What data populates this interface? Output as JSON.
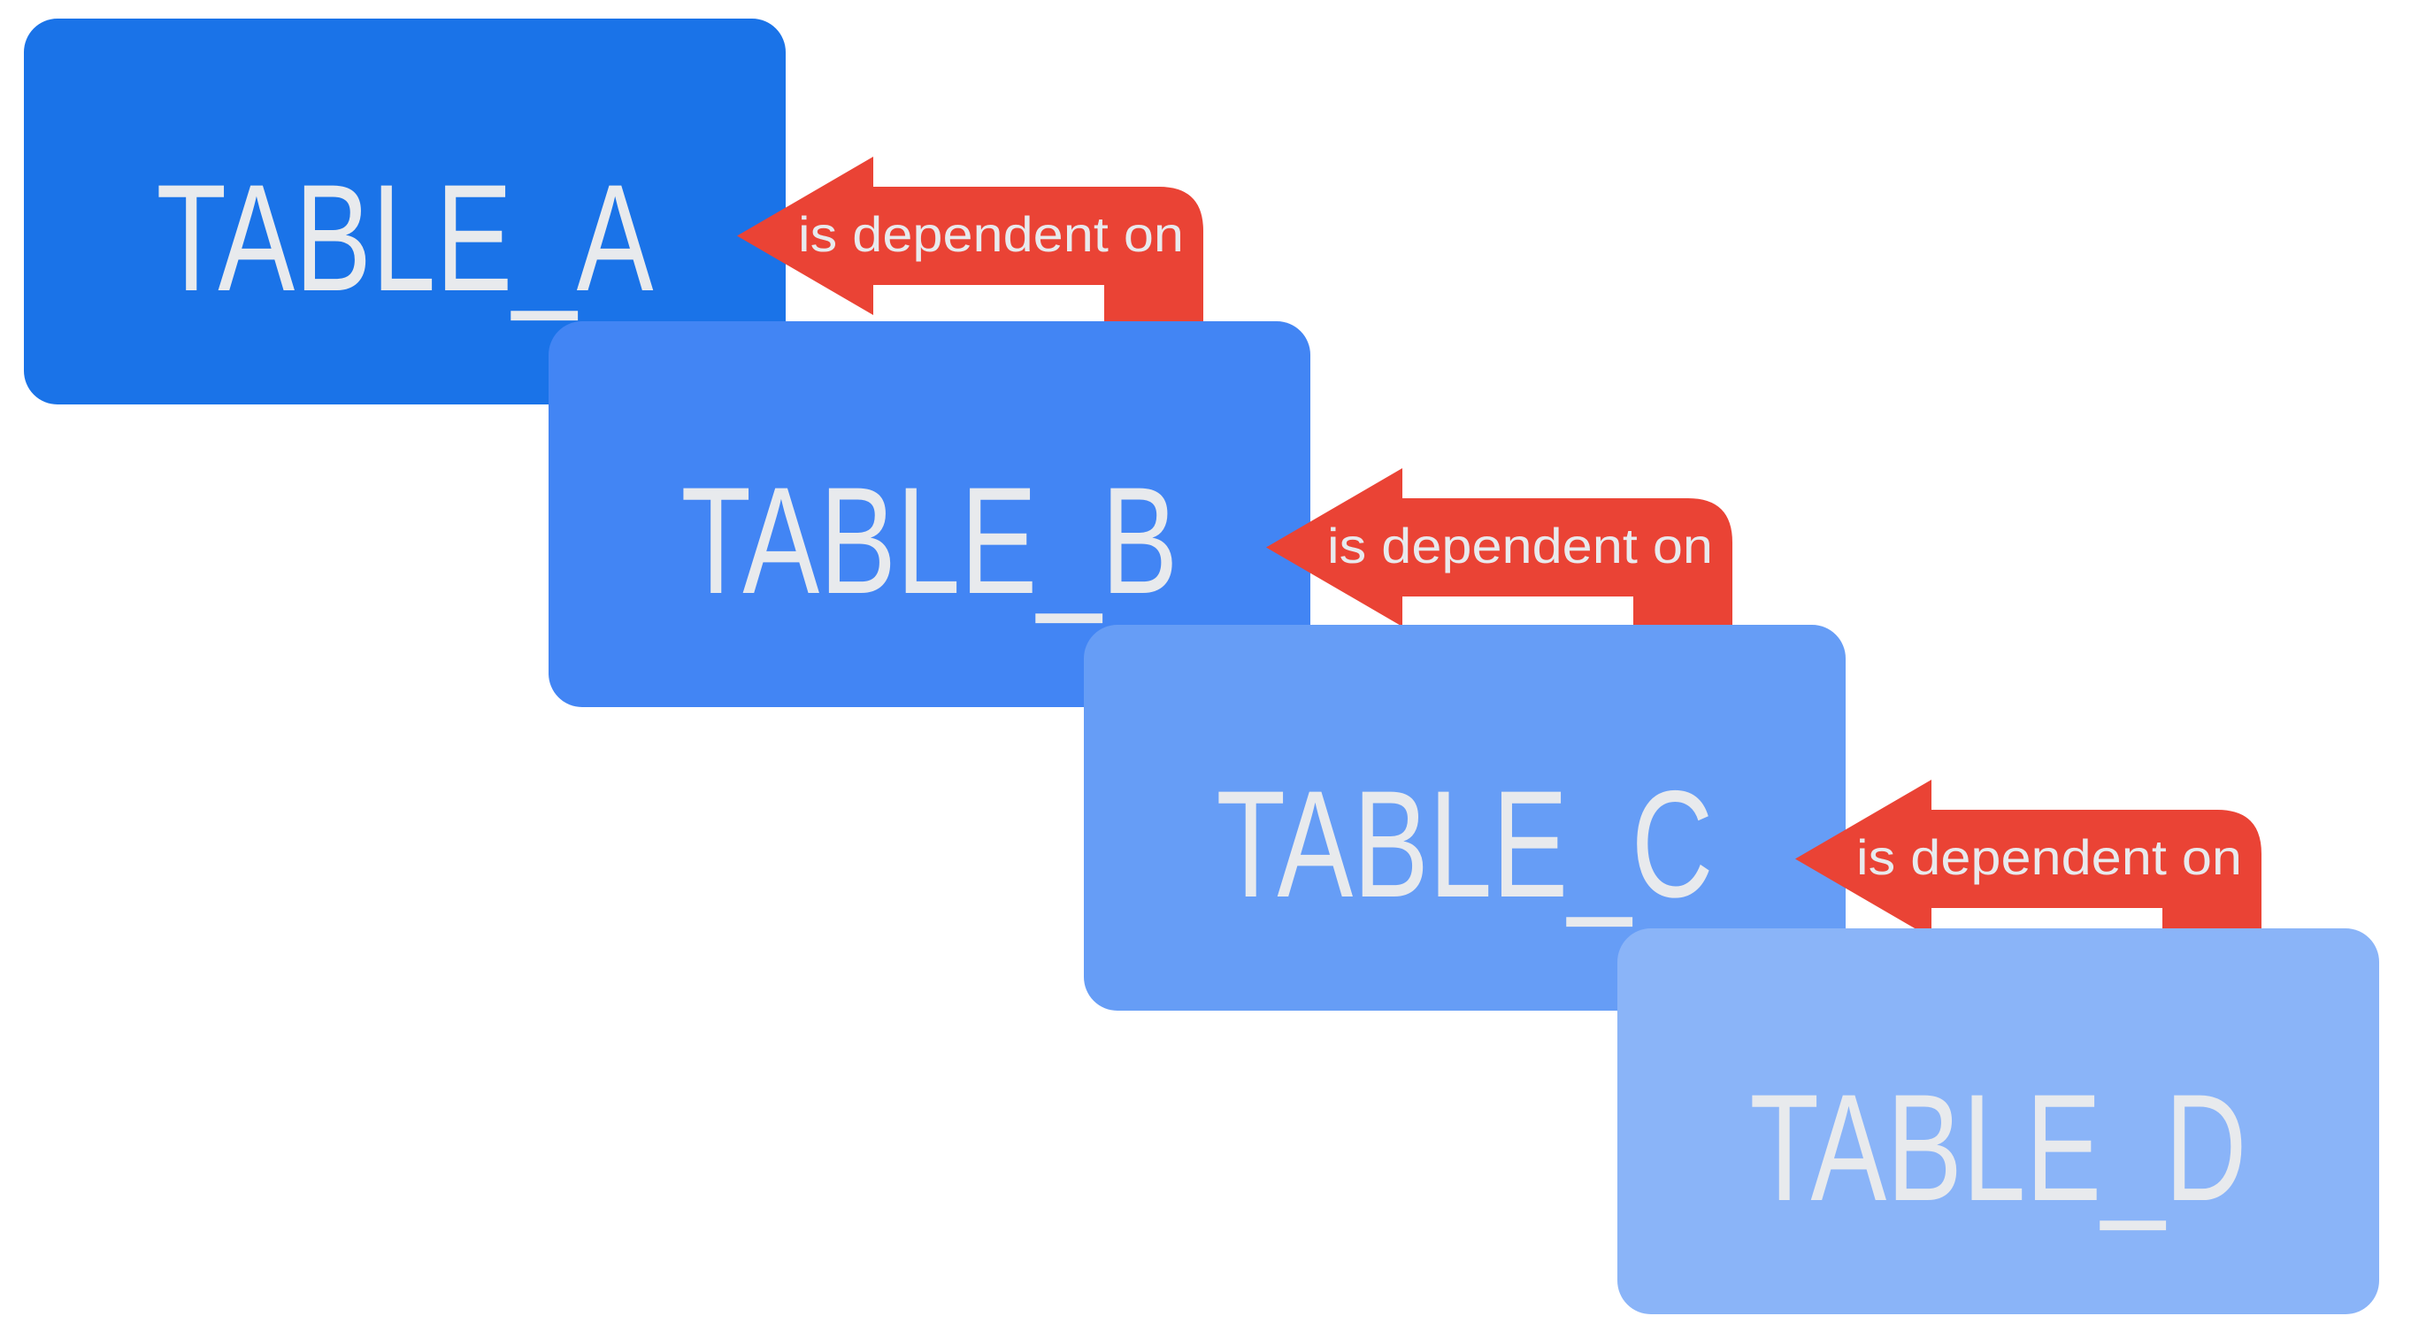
{
  "diagram": {
    "background_color": "#FFFFFF",
    "label_text_color": "#E8EAED",
    "arrow_color": "#EA4335",
    "boxes": [
      {
        "label": "TABLE_A",
        "color": "#1A73E8"
      },
      {
        "label": "TABLE_B",
        "color": "#4285F4"
      },
      {
        "label": "TABLE_C",
        "color": "#669DF6"
      },
      {
        "label": "TABLE_D",
        "color": "#8AB4F8"
      }
    ],
    "arrows": [
      {
        "label": "is dependent on"
      },
      {
        "label": "is dependent on"
      },
      {
        "label": "is dependent on"
      }
    ]
  }
}
